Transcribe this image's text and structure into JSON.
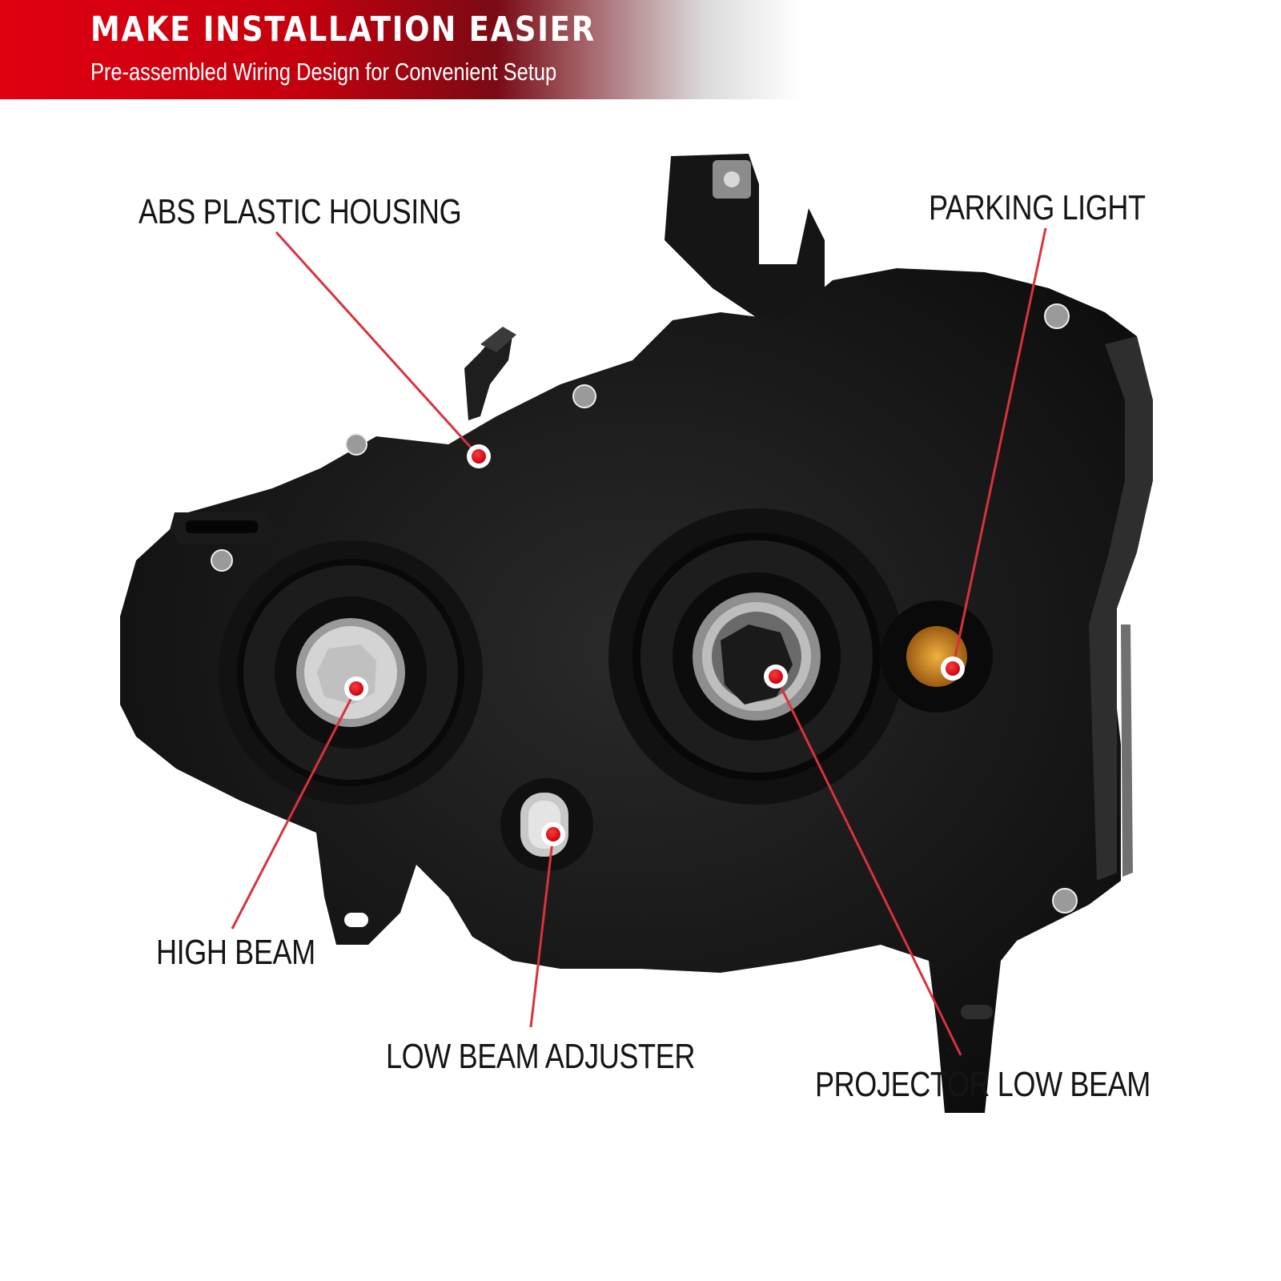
{
  "banner": {
    "title": "MAKE INSTALLATION EASIER",
    "subtitle": "Pre-assembled Wiring Design for Convenient Setup",
    "color": "#e00010"
  },
  "callouts": {
    "abs_housing": "ABS PLASTIC HOUSING",
    "parking_light": "PARKING LIGHT",
    "high_beam": "HIGH BEAM",
    "low_beam_adjuster": "LOW BEAM ADJUSTER",
    "projector_low_beam": "PROJECTOR LOW BEAM"
  },
  "colors": {
    "leader_line": "#d8323c",
    "marker": "#e00010",
    "housing": "#161616"
  }
}
